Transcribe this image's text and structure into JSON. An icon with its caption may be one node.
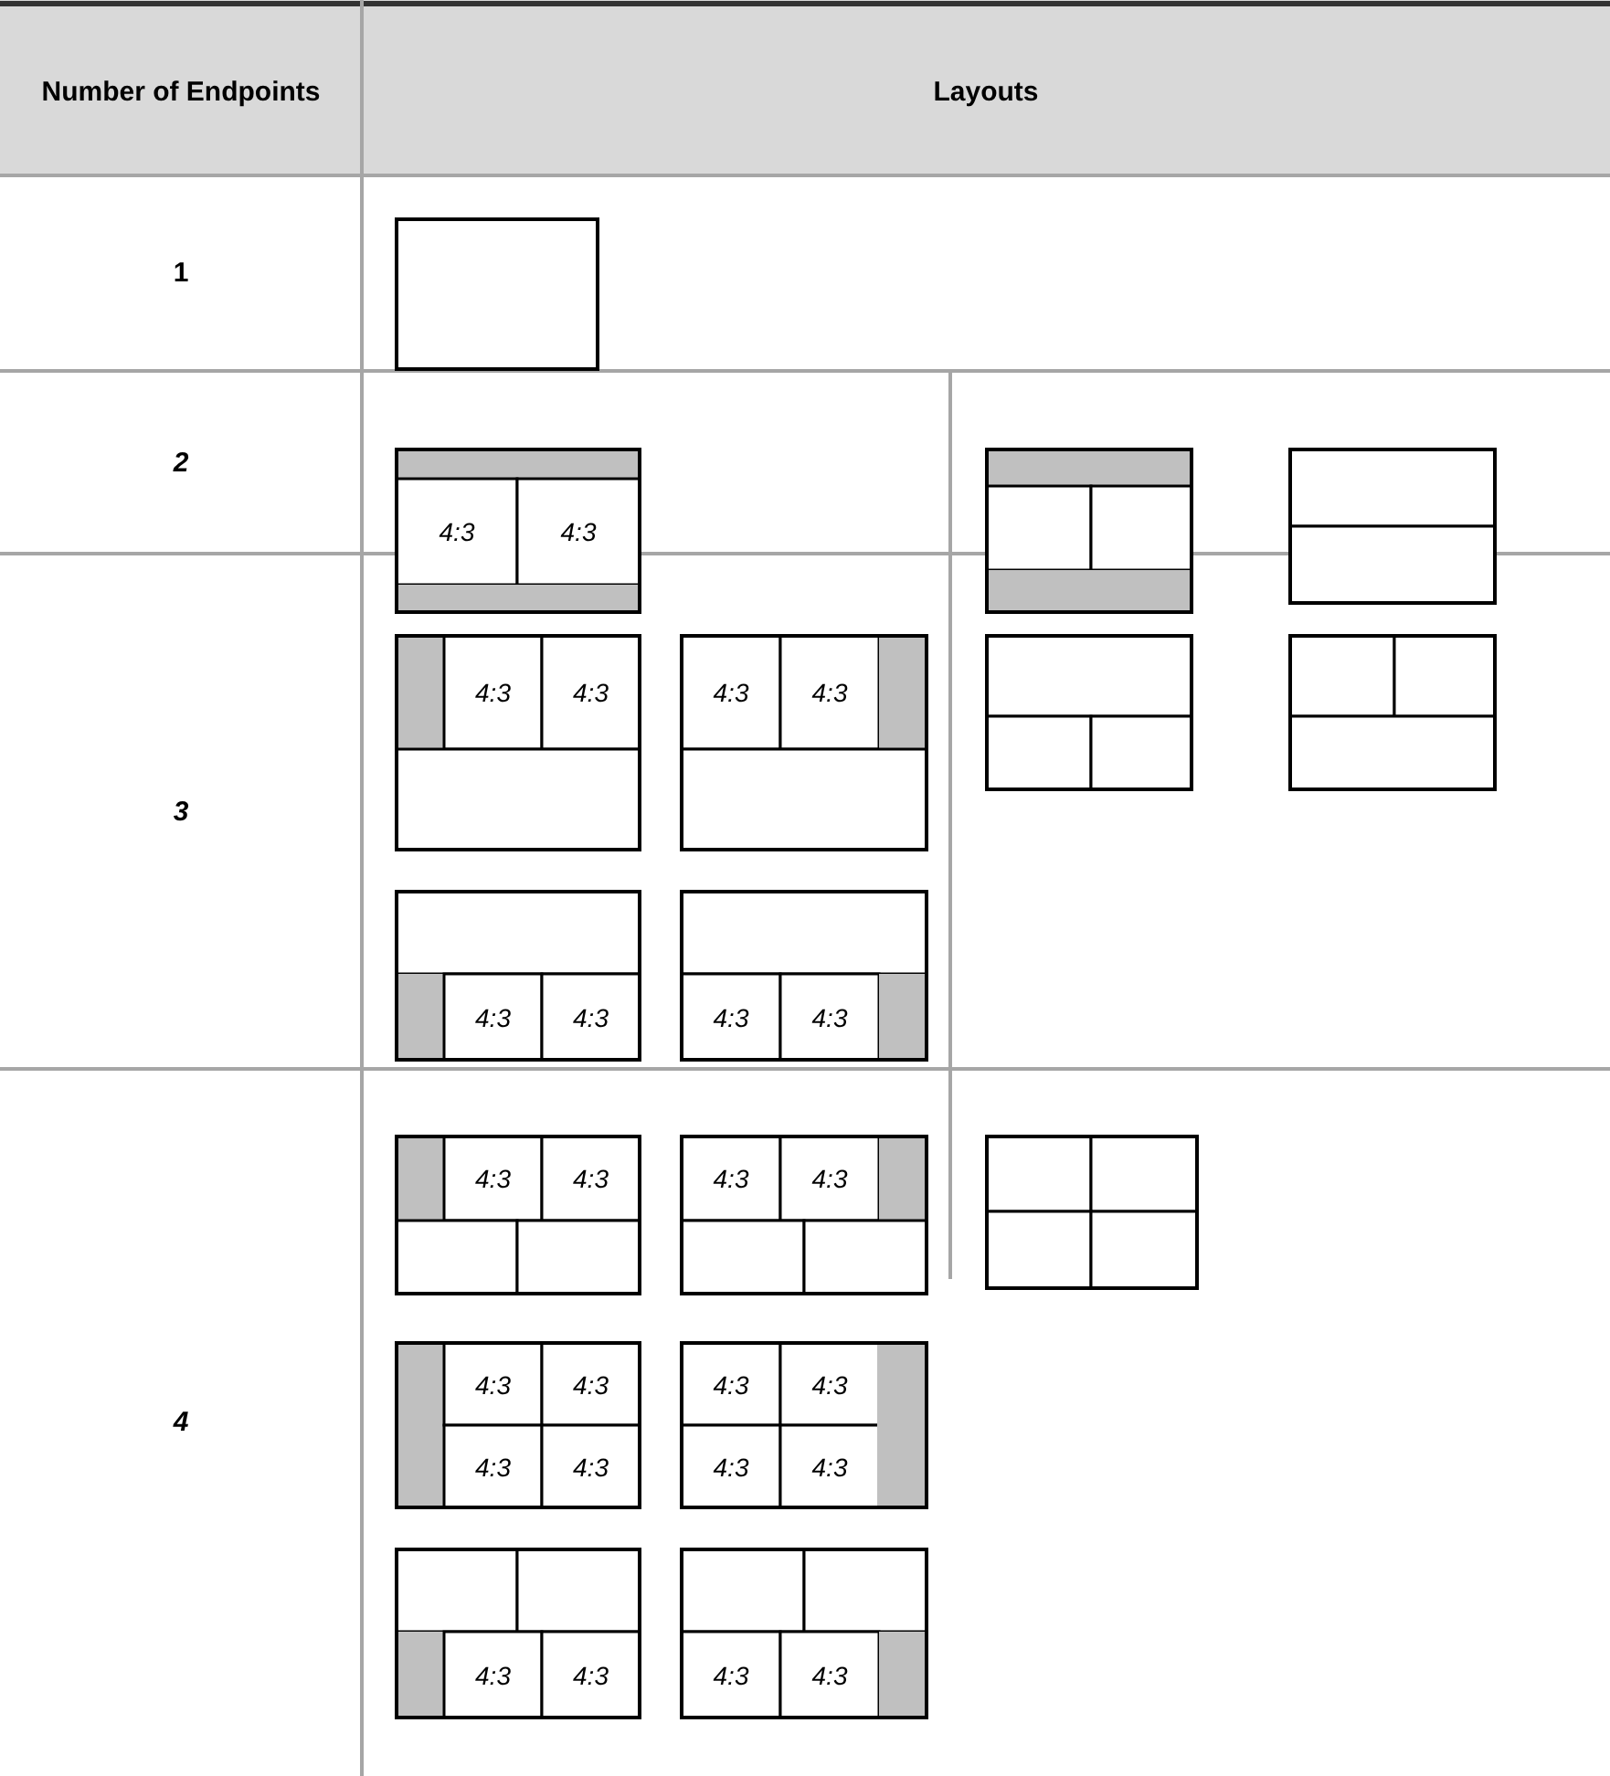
{
  "diagram": {
    "labels": [
      "Number of Endpoints",
      "Layouts",
      "1",
      "2",
      "4:3",
      "4:3",
      "3",
      "4:3",
      "4:3",
      "4:3",
      "4:3",
      "4:3",
      "4:3",
      "4:3",
      "4:3",
      "4",
      "4:3",
      "4:3",
      "4:3",
      "4:3",
      "4:3",
      "4:3",
      "4:3",
      "4:3",
      "4:3",
      "4:3",
      "4:3",
      "4:3",
      "4:3",
      "4:3",
      "4:3",
      "4:3"
    ]
  }
}
